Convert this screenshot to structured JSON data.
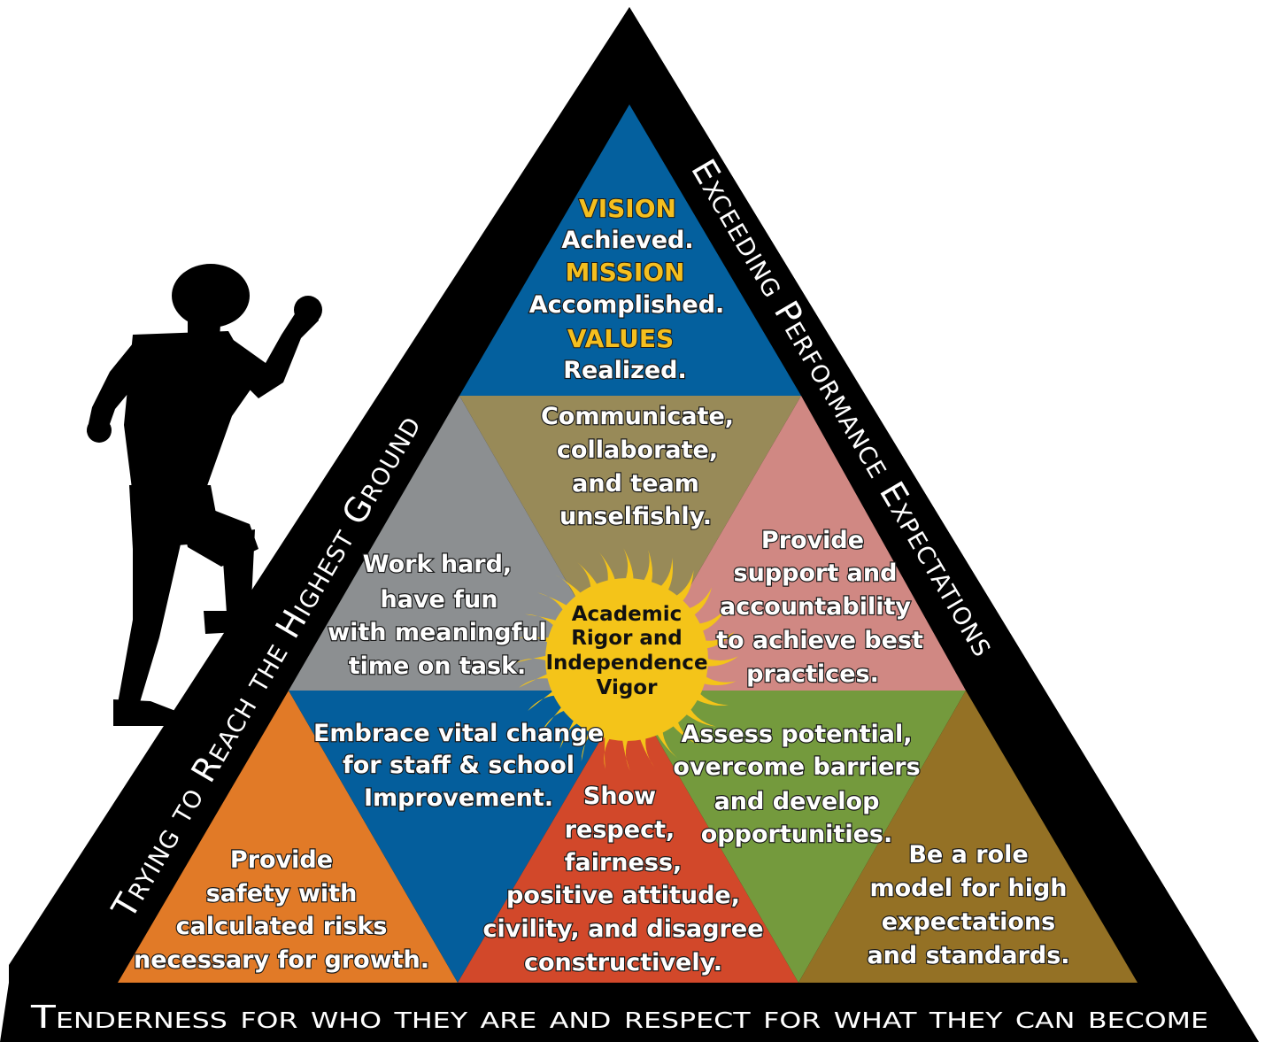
{
  "colors": {
    "outer_frame": "#000000",
    "top": "#04609e",
    "top_middle": "#988a58",
    "left_middle": "#8c8f91",
    "right_middle": "#d08883",
    "center_left": "#045e9c",
    "center_bottom": "#d2482a",
    "center_right": "#749a3d",
    "bottom_left": "#e17a27",
    "bottom_right": "#947125",
    "sun": "#f4c419",
    "label_gold": "#f4bf1f"
  },
  "left_edge_text": "Trying to Reach the Highest Ground",
  "right_edge_text": "Exceeding Performance Expectations",
  "base_text": "Tenderness for who they are and respect for what they can become",
  "apex": {
    "lines": [
      {
        "text": "VISION",
        "style": "gold"
      },
      {
        "text": "Achieved.",
        "style": "white"
      },
      {
        "text": "MISSION",
        "style": "gold"
      },
      {
        "text": "Accomplished.",
        "style": "white"
      },
      {
        "text": "VALUES",
        "style": "gold"
      },
      {
        "text": "Realized.",
        "style": "white"
      }
    ]
  },
  "cells": {
    "top_middle": [
      "Communicate,",
      "collaborate,",
      "and team",
      "unselfishly."
    ],
    "left_middle": [
      "Work hard,",
      "have fun",
      "with meaningful",
      "time on task."
    ],
    "right_middle": [
      "Provide",
      "support and",
      "accountability",
      "to achieve best",
      "practices."
    ],
    "center_left": [
      "Embrace vital change",
      "for staff & school",
      "Improvement."
    ],
    "center_bottom": [
      "Show",
      "respect,",
      "fairness,",
      "positive attitude,",
      "civility, and disagree",
      "constructively."
    ],
    "center_right": [
      "Assess potential,",
      "overcome barriers",
      "and develop",
      "opportunities."
    ],
    "bottom_left": [
      "Provide",
      "safety with",
      "calculated risks",
      "necessary for growth."
    ],
    "bottom_right": [
      "Be a role",
      "model for high",
      "expectations",
      "and standards."
    ]
  },
  "center": [
    "Academic",
    "Rigor and",
    "Independence",
    "Vigor"
  ],
  "silhouette": {
    "icon": "climbing-person-silhouette"
  }
}
